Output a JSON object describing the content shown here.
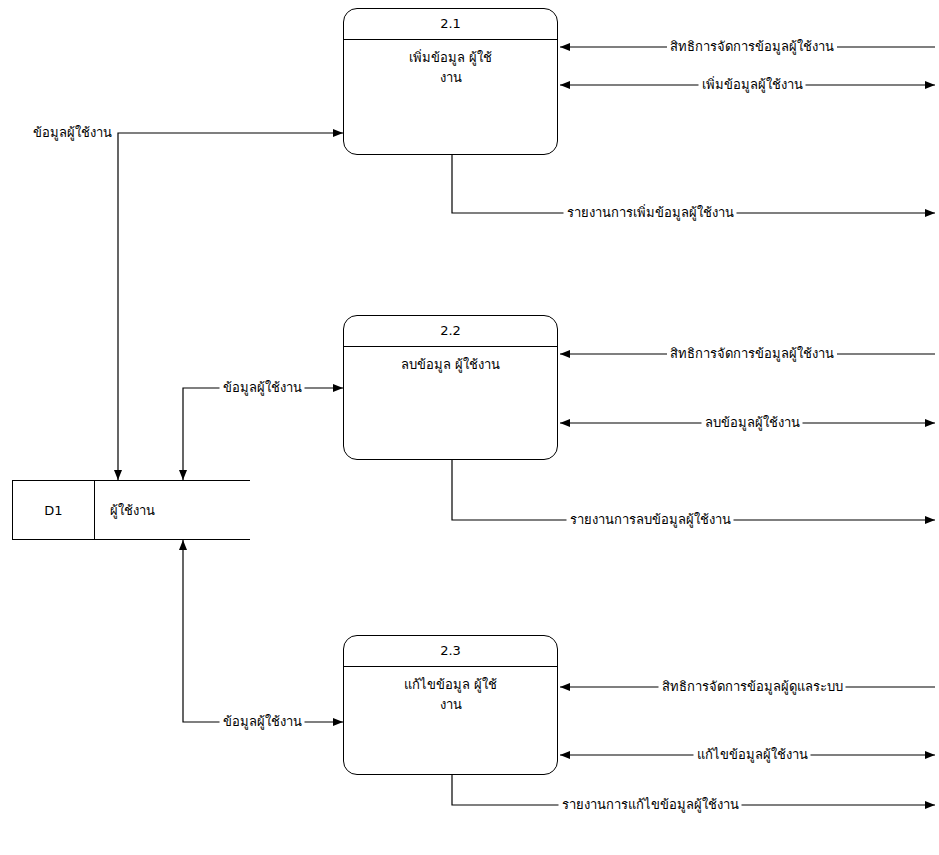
{
  "diagram": {
    "nodes": [
      {
        "text": [
          "2.1",
          "เพิ่มข้อมูล ผู้ใช้งาน"
        ]
      },
      {
        "text": [
          "2.2",
          "ลบข้อมูล ผู้ใช้งาน"
        ]
      },
      {
        "text": [
          "D1",
          "ผู้ใช้งาน"
        ]
      },
      {
        "text": [
          "2.3",
          "แก้ไขข้อมูล ผู้ใช้งาน"
        ]
      }
    ],
    "edges": [
      {
        "from": 0,
        "to": 2,
        "arrow": "both",
        "label": "ข้อมูลผู้ใช้งาน"
      },
      {
        "from": 1,
        "to": 2,
        "arrow": "both",
        "label": "ข้อมูลผู้ใช้งาน"
      },
      {
        "from": 3,
        "to": 2,
        "arrow": "both",
        "label": "ข้อมูลผู้ใช้งาน"
      }
    ],
    "labels": [
      "สิทธิการจัดการข้อมูลผู้ใช้งาน",
      "เพิ่มข้อมูลผู้ใช้งาน",
      "รายงานการเพิ่มข้อมูลผู้ใช้งาน",
      "สิทธิการจัดการข้อมูลผู้ใช้งาน",
      "ลบข้อมูลผู้ใช้งาน",
      "รายงานการลบข้อมูลผู้ใช้งาน",
      "สิทธิการจัดการข้อมูลผู้ดูแลระบบ",
      "แก้ไขข้อมูลผู้ใช้งาน",
      "รายงานการแก้ไขข้อมูลผู้ใช้งาน"
    ]
  }
}
